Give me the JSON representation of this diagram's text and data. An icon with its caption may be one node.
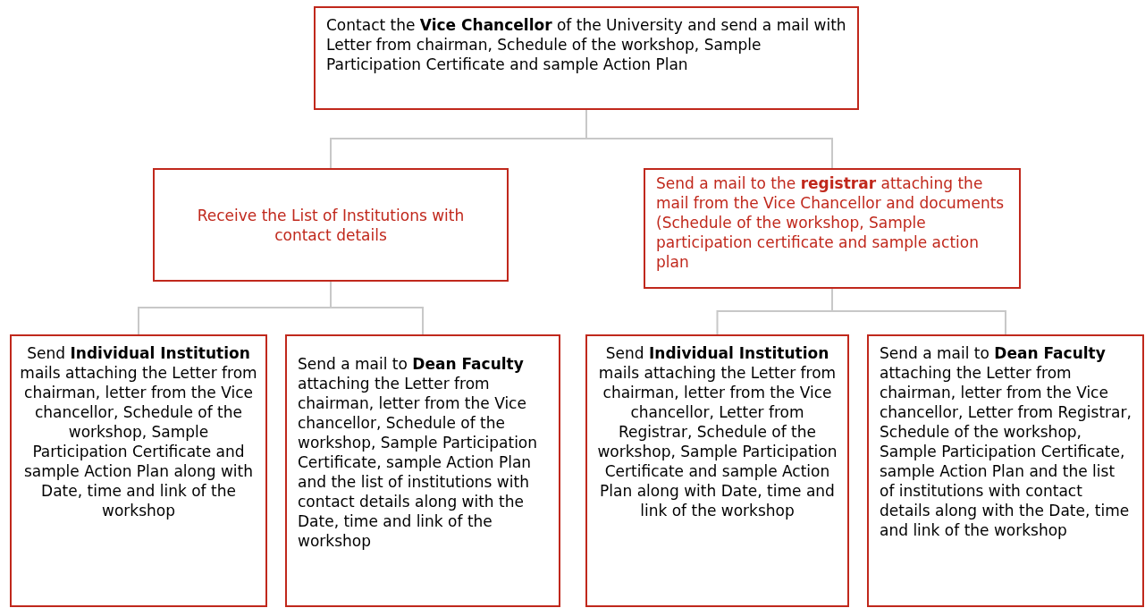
{
  "diagram": {
    "nodes": [
      {
        "text": [
          "Contact the **Vice Chancellor** of the University and send a mail with Letter from chairman, Schedule of the workshop, Sample Participation Certificate and sample Action Plan"
        ]
      },
      {
        "text": [
          "Receive the List of Institutions with contact details"
        ]
      },
      {
        "text": [
          "Send a mail to the **registrar** attaching the mail from the Vice Chancellor and documents (Schedule of the workshop, Sample participation certificate and sample action plan"
        ]
      },
      {
        "text": [
          "Send **Individual Institution** mails attaching the Letter from chairman, letter from the Vice chancellor, Schedule of the workshop, Sample Participation Certificate and sample Action Plan along with Date, time and link of the workshop"
        ]
      },
      {
        "text": [
          "Send a mail to **Dean Faculty** attaching the Letter from chairman, letter from the Vice chancellor, Schedule of the workshop, Sample Participation Certificate, sample Action Plan and the list of institutions with contact details along with the Date, time and link of the workshop"
        ]
      },
      {
        "text": [
          "Send **Individual Institution** mails attaching the Letter from chairman, letter from the Vice chancellor, Letter from Registrar, Schedule of the workshop, Sample Participation Certificate and sample Action Plan along with Date, time and link of the workshop"
        ]
      },
      {
        "text": [
          "Send a mail to **Dean Faculty** attaching the Letter from chairman, letter from the Vice chancellor, Letter from Registrar, Schedule of the workshop, Sample Participation Certificate, sample Action Plan and the list of institutions with contact details along with the Date, time and link of the workshop"
        ]
      }
    ],
    "edges": [
      {
        "from": 0,
        "to": 1,
        "arrow": "none"
      },
      {
        "from": 0,
        "to": 2,
        "arrow": "none"
      },
      {
        "from": 1,
        "to": 3,
        "arrow": "none"
      },
      {
        "from": 1,
        "to": 4,
        "arrow": "none"
      },
      {
        "from": 2,
        "to": 5,
        "arrow": "none"
      },
      {
        "from": 2,
        "to": 6,
        "arrow": "none"
      }
    ]
  }
}
